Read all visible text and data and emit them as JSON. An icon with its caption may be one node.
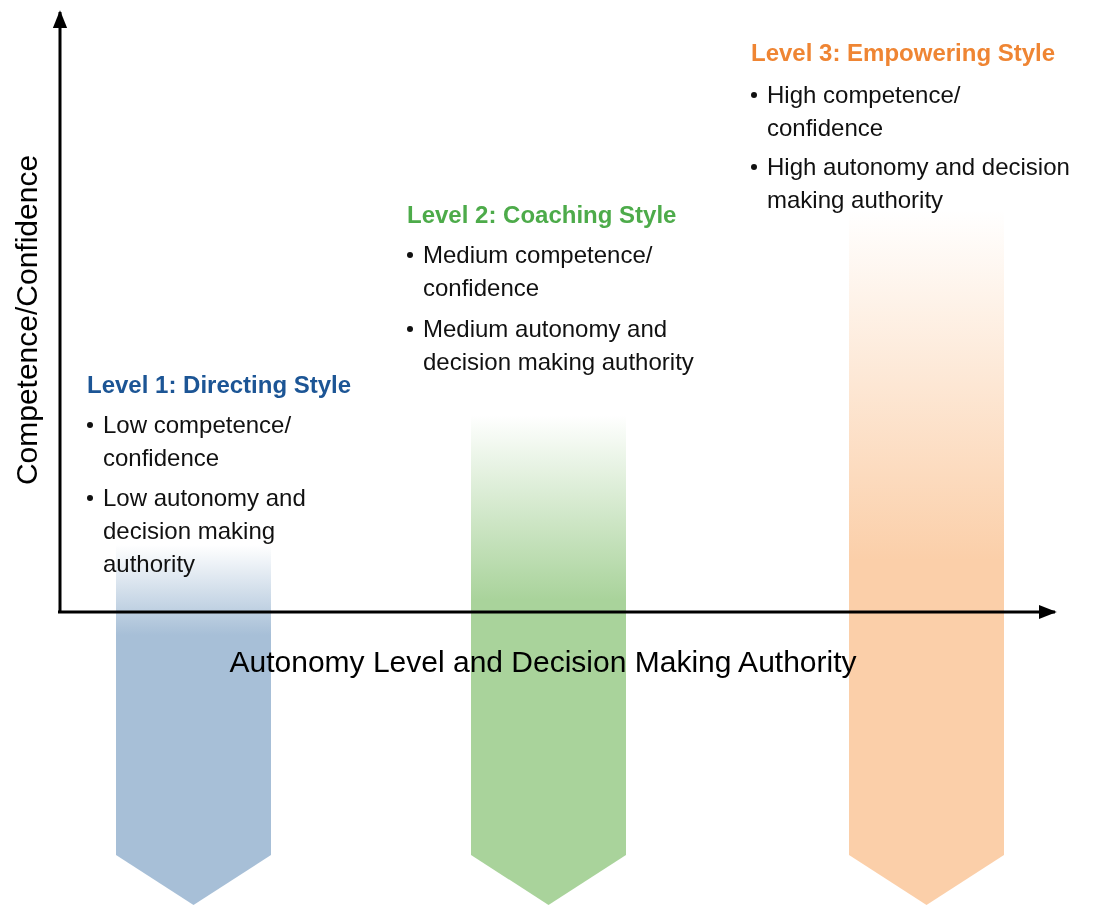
{
  "diagram": {
    "labels": [
      "Competence/Confidence",
      "Level 3: Empowering Style",
      "High competence/ confidence",
      "High autonomy and decision making authority",
      "Level 2: Coaching Style",
      "Medium competence/ confidence",
      "Medium autonomy and decision making authority",
      "Level 1: Directing Style",
      "Low competence/ confidence",
      "Low autonomy and decision making authority",
      "Autonomy Level and Decision Making Authority"
    ]
  }
}
